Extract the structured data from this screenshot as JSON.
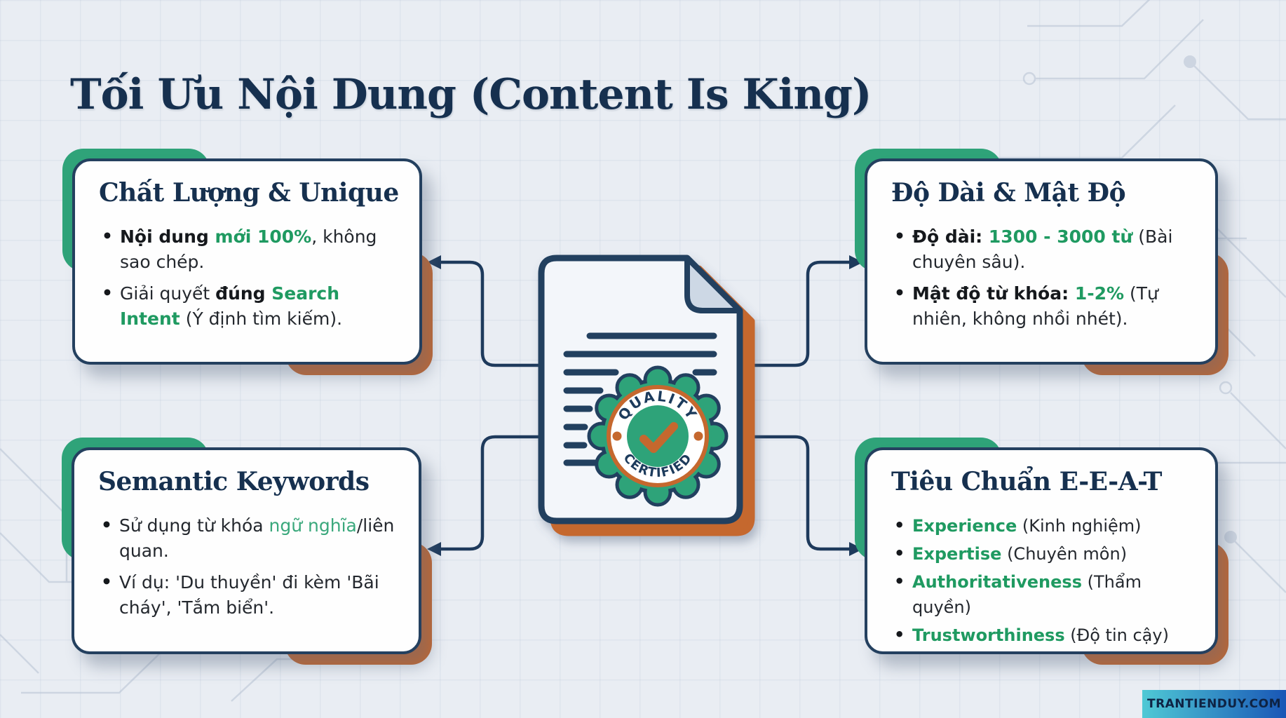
{
  "title": "Tối Ưu Nội Dung (Content Is King)",
  "watermark": {
    "text": "TRANTIENDUY.COM"
  },
  "badge": {
    "top_text": "QUALITY",
    "bottom_text": "CERTIFIED"
  },
  "colors": {
    "background": "#e9edf3",
    "navy": "#24405f",
    "title_navy": "#16304f",
    "green_accent": "#2fa379",
    "green_text": "#1f9a61",
    "orange_accent": "#c5672f",
    "watermark_gradient_left": "#4fc9d5",
    "watermark_gradient_right": "#1956b6"
  },
  "cards": [
    {
      "id": "chat-luong-unique",
      "heading": "Chất Lượng & Unique",
      "bullets": [
        [
          {
            "t": "Nội dung ",
            "s": "b"
          },
          {
            "t": "mới 100%",
            "s": "gb"
          },
          {
            "t": ", không sao chép.",
            "s": "n"
          }
        ],
        [
          {
            "t": "Giải quyết ",
            "s": "n"
          },
          {
            "t": "đúng ",
            "s": "b"
          },
          {
            "t": "Search Intent",
            "s": "gb"
          },
          {
            "t": " (Ý định tìm kiếm).",
            "s": "n"
          }
        ]
      ]
    },
    {
      "id": "do-dai-mat-do",
      "heading": "Độ Dài & Mật Độ",
      "bullets": [
        [
          {
            "t": "Độ dài: ",
            "s": "b"
          },
          {
            "t": "1300 - 3000 từ",
            "s": "gb"
          },
          {
            "t": " (Bài chuyên sâu).",
            "s": "n"
          }
        ],
        [
          {
            "t": "Mật độ từ khóa: ",
            "s": "b"
          },
          {
            "t": "1-2%",
            "s": "gb"
          },
          {
            "t": " (Tự nhiên, không nhồi nhét).",
            "s": "n"
          }
        ]
      ]
    },
    {
      "id": "semantic-keywords",
      "heading": "Semantic Keywords",
      "bullets": [
        [
          {
            "t": "Sử dụng từ khóa ",
            "s": "n"
          },
          {
            "t": "ngữ nghĩa",
            "s": "g"
          },
          {
            "t": "/liên quan.",
            "s": "n"
          }
        ],
        [
          {
            "t": "Ví dụ: 'Du thuyền' đi kèm 'Bãi cháy', 'Tắm biển'.",
            "s": "n"
          }
        ]
      ]
    },
    {
      "id": "tieu-chuan-eeat",
      "heading": "Tiêu Chuẩn E-E-A-T",
      "bullets": [
        [
          {
            "t": "Experience",
            "s": "gb"
          },
          {
            "t": " (Kinh nghiệm)",
            "s": "n"
          }
        ],
        [
          {
            "t": "Expertise",
            "s": "gb"
          },
          {
            "t": " (Chuyên môn)",
            "s": "n"
          }
        ],
        [
          {
            "t": "Authoritativeness",
            "s": "gb"
          },
          {
            "t": " (Thẩm quyền)",
            "s": "n"
          }
        ],
        [
          {
            "t": "Trustworthiness",
            "s": "gb"
          },
          {
            "t": " (Độ tin cậy)",
            "s": "n"
          }
        ]
      ]
    }
  ]
}
